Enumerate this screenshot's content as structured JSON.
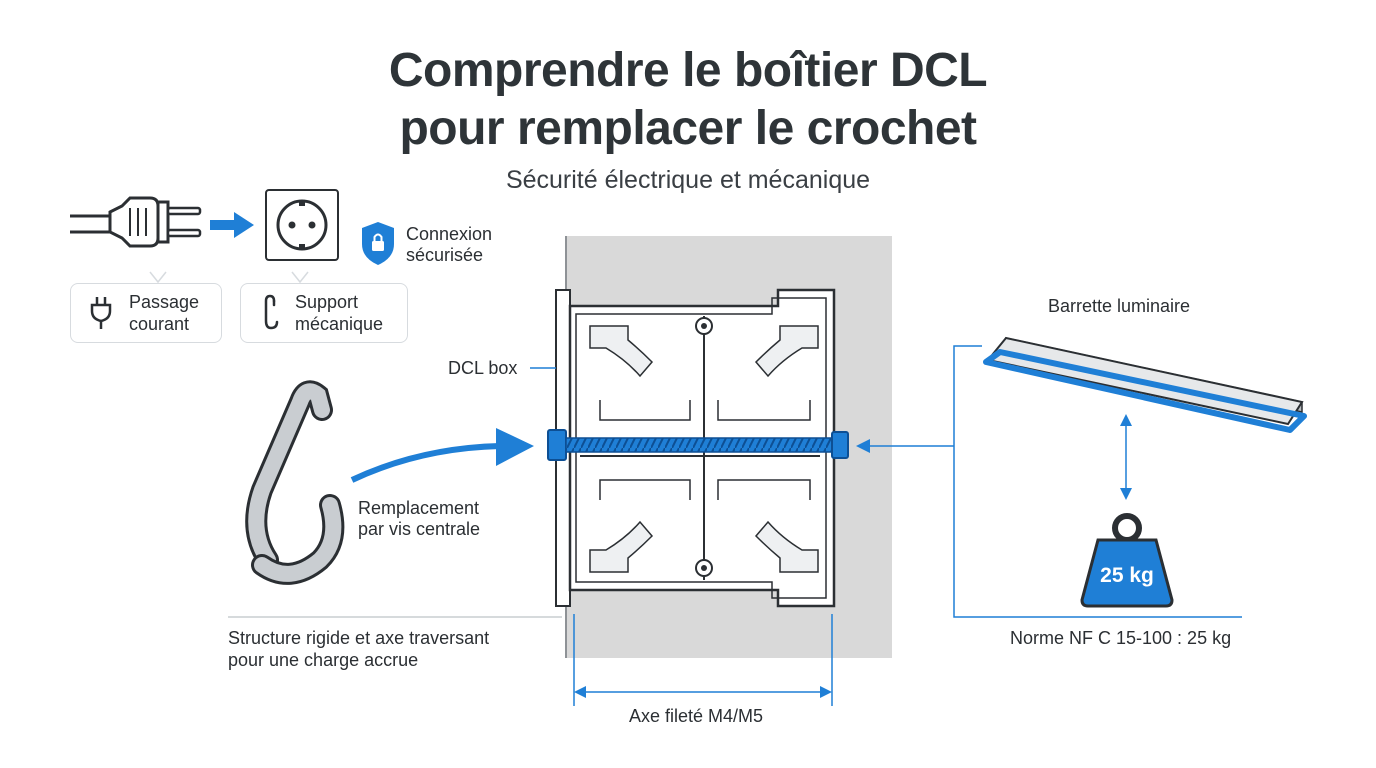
{
  "title": {
    "line1": "Comprendre le boîtier DCL",
    "line2": "pour remplacer le crochet"
  },
  "subtitle": "Sécurité électrique et mécanique",
  "legend": {
    "secure_connection": [
      "Connexion",
      "sécurisée"
    ],
    "card_current": [
      "Passage",
      "courant"
    ],
    "card_support": [
      "Support",
      "mécanique"
    ]
  },
  "labels": {
    "dcl_box": "DCL box",
    "replacement": [
      "Remplacement",
      "par vis centrale"
    ],
    "structure": [
      "Structure rigide et axe traversant",
      "pour une charge accrue"
    ],
    "axis": "Axe fileté M4/M5",
    "fixture": "Barrette luminaire",
    "norm": "Norme NF C 15-100 : 25 kg"
  },
  "weight": "25 kg",
  "icons": [
    "plug-icon",
    "arrow-right-icon",
    "socket-icon",
    "shield-lock-icon",
    "hook-icon",
    "weight-icon"
  ],
  "colors": {
    "accent_blue": "#1f7fd6",
    "text": "#2b2f33",
    "wall_gray": "#d9d9d9"
  }
}
